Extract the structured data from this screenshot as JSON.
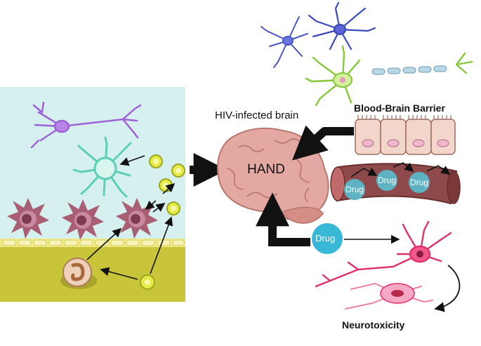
{
  "labels": {
    "infected_brain": "HIV-infected brain",
    "barrier": "Blood-Brain Barrier",
    "hand": "HAND",
    "neurotoxicity": "Neurotoxicity",
    "drug": "Drug"
  },
  "colors": {
    "panel_bg": "#d6f0ef",
    "tissue": "#c9c53a",
    "brain": "#e2a8a1",
    "vessel": "#8e4a4a",
    "drug_bubble": "#5eb2c2",
    "drug_big": "#38b7d6",
    "microglia": "#a85f74",
    "virion": "#e4ea48",
    "neuron_pink": "#e0306a",
    "astrocyte_teal": "#5ccfb4",
    "neuron_purple": "#9e62d8",
    "neuron_blue": "#4a56c8",
    "neuron_green": "#86c83a"
  }
}
